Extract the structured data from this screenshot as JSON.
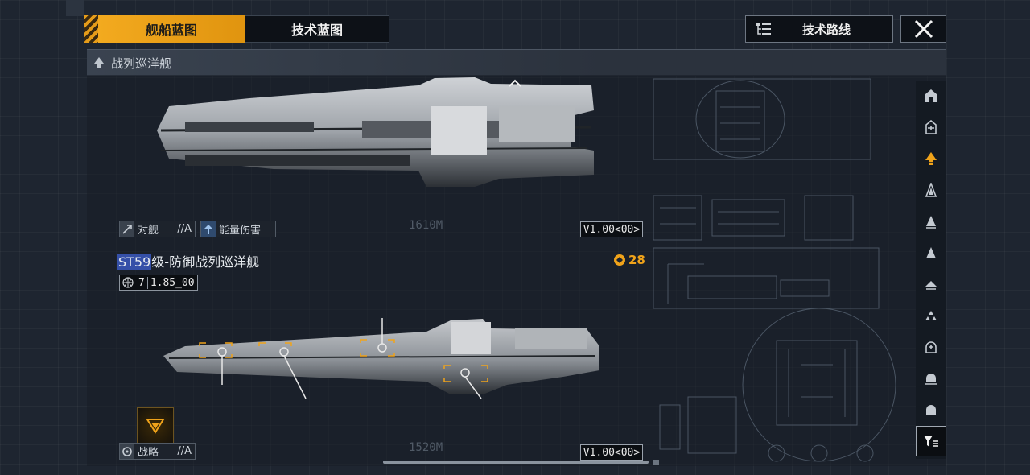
{
  "tabs": {
    "ship_blueprint": "舰船蓝图",
    "tech_blueprint": "技术蓝图"
  },
  "tech_route": {
    "label": "技术路线"
  },
  "category": {
    "title": "战列巡洋舰"
  },
  "ship1": {
    "tags": [
      {
        "label": "对舰",
        "grade": "//A",
        "icon": "anti-ship-icon"
      },
      {
        "label": "能量伤害",
        "grade": "",
        "icon": "energy-damage-icon"
      }
    ],
    "dimension": "1610M",
    "version": "V1.00<00>"
  },
  "ship2": {
    "name_code": "ST59",
    "name_rest": "级-防御战列巡洋舰",
    "stat_level": "7",
    "stat_value": "1.85_00",
    "cost": "28",
    "tags": [
      {
        "label": "战略",
        "grade": "//A",
        "icon": "strategy-icon"
      }
    ],
    "dimension": "1520M",
    "version": "V1.00<00>"
  },
  "sidebar": {
    "items": [
      "carrier-icon",
      "auxiliary-icon",
      "battlecruiser-icon",
      "cruiser-icon",
      "destroyer-icon",
      "frigate-icon",
      "corvette-icon",
      "fighter-group-icon",
      "station-icon",
      "shield-icon",
      "defense-icon",
      "filter-icon"
    ],
    "active_index": 2
  },
  "colors": {
    "accent": "#f0a31a",
    "background": "#1e2530",
    "name_highlight": "#3550a8"
  }
}
